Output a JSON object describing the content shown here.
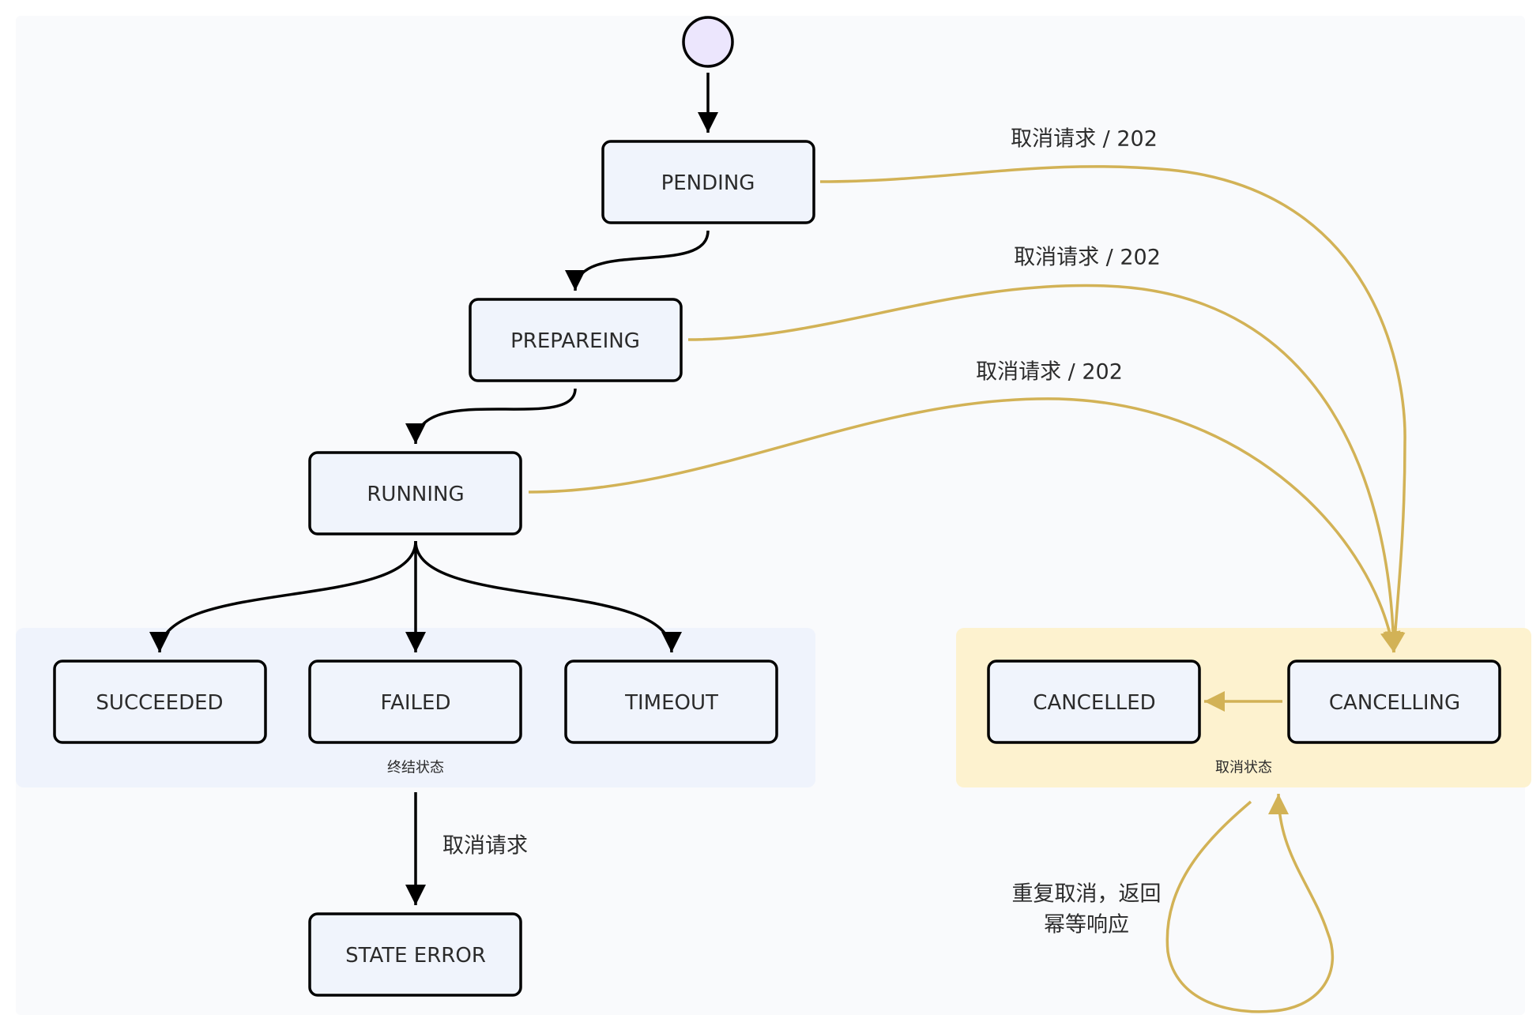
{
  "colors": {
    "canvas_bg": "#f9fafc",
    "state_fill": "#f0f4fc",
    "state_stroke": "#000000",
    "start_fill": "#ece6fd",
    "terminal_group_fill": "#eff3fc",
    "cancel_group_fill": "#fdf2cf",
    "normal_edge": "#000000",
    "cancel_edge": "#d2b256"
  },
  "states": {
    "pending": "PENDING",
    "prepareing": "PREPAREING",
    "running": "RUNNING",
    "succeeded": "SUCCEEDED",
    "failed": "FAILED",
    "timeout": "TIMEOUT",
    "cancelled": "CANCELLED",
    "cancelling": "CANCELLING",
    "state_error": "STATE ERROR"
  },
  "groups": {
    "terminal": "终结状态",
    "cancel": "取消状态"
  },
  "edges": {
    "pending_cancel": "取消请求  / 202",
    "prepareing_cancel": "取消请求  / 202",
    "running_cancel": "取消请求  / 202",
    "terminal_to_error": "取消请求",
    "repeat_cancel_line1": "重复取消，返回",
    "repeat_cancel_line2": "幂等响应"
  }
}
